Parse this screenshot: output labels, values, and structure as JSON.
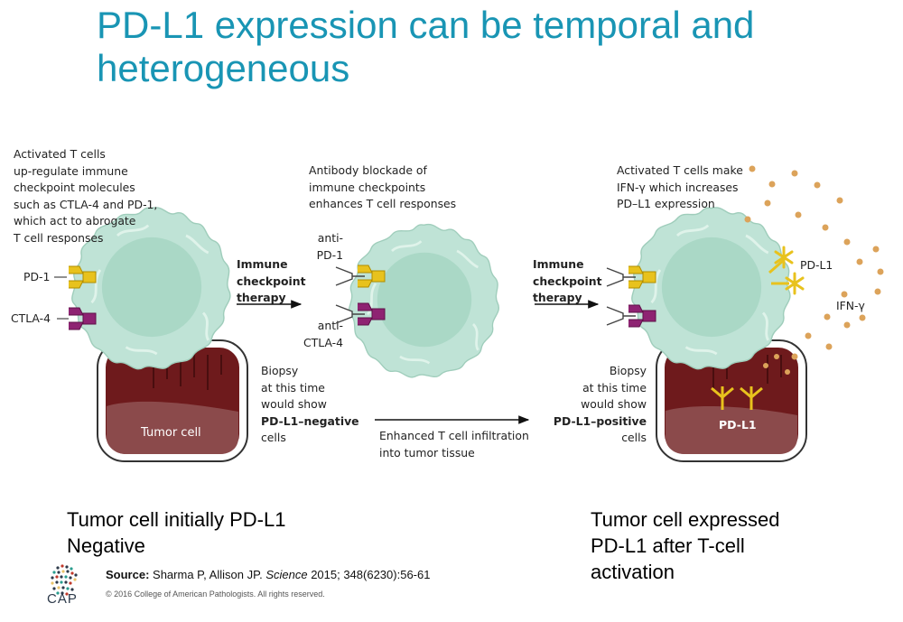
{
  "title": "PD-L1 expression can be temporal and heterogeneous",
  "panel1": {
    "desc": [
      "Activated T cells",
      "up-regulate immune",
      "checkpoint molecules",
      "such as CTLA-4 and PD-1,",
      "which act to abrogate",
      "T cell responses"
    ],
    "pd1": "PD-1",
    "ctla4": "CTLA-4",
    "tumor": "Tumor cell",
    "biopsy": [
      "Biopsy",
      "at this time",
      "would show"
    ],
    "result": "PD-L1–negative",
    "result_tail": "cells"
  },
  "arrow1": [
    "Immune",
    "checkpoint",
    "therapy"
  ],
  "panel2": {
    "desc": [
      "Antibody blockade of",
      "immune checkpoints",
      "enhances T cell responses"
    ],
    "anti_pd1": [
      "anti-",
      "PD-1"
    ],
    "anti_ctla4": [
      "anti-",
      "CTLA-4"
    ],
    "infiltration": [
      "Enhanced T cell infiltration",
      "into tumor tissue"
    ]
  },
  "arrow2": [
    "Immune",
    "checkpoint",
    "therapy"
  ],
  "panel3": {
    "desc": [
      "Activated T cells make",
      "IFN-γ which increases",
      "PD–L1 expression"
    ],
    "pdl1": "PD-L1",
    "ifn": "IFN-γ",
    "biopsy": [
      "Biopsy",
      "at this time",
      "would show"
    ],
    "result": "PD-L1–positive",
    "result_tail": "cells",
    "inner": "PD-L1"
  },
  "captions": {
    "left": [
      "Tumor cell initially PD-L1",
      "Negative"
    ],
    "right": [
      "Tumor cell expressed",
      "PD-L1 after T-cell",
      "activation"
    ]
  },
  "source": {
    "label": "Source:",
    "authors": "Sharma P, Allison JP.",
    "journal": "Science",
    "citation": "2015; 348(6230):56-61"
  },
  "copyright": "© 2016 College of American Pathologists. All rights reserved.",
  "logo": "CAP",
  "colors": {
    "title": "#1995b4",
    "tcell": "#bfe3d6",
    "tcell_nucleus": "#a6d6c3",
    "pd1": "#e8c21d",
    "ctla4": "#8e2372",
    "tumor": "#6e1a1c",
    "cytokine": "#dca35a"
  }
}
